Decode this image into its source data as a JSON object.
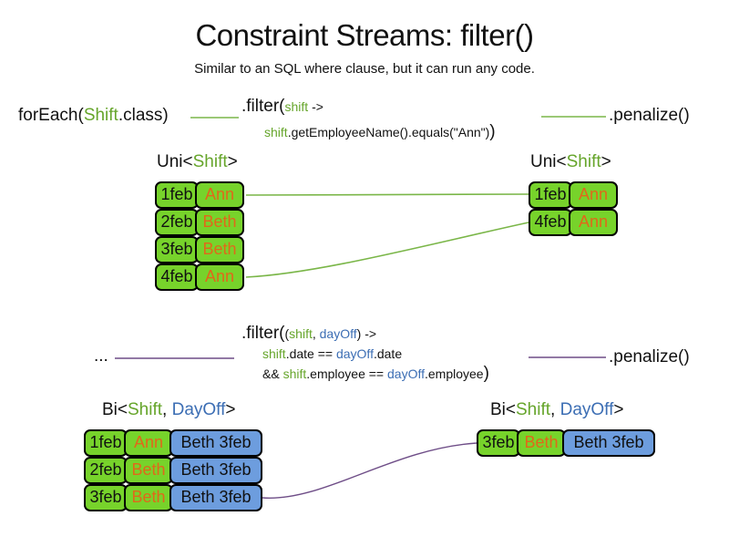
{
  "title": "Constraint Streams: filter()",
  "subtitle": "Similar to an SQL where clause, but it can run any code.",
  "colors": {
    "text": "#111111",
    "green_fill": "#77d32b",
    "green_text": "#66a52b",
    "orange_text": "#e0681a",
    "blue_fill": "#6d9dde",
    "blue_text": "#3c6eb4",
    "green_line": "#7ab648",
    "purple_line": "#6e4d87"
  },
  "section1": {
    "foreach_pre": "forEach(",
    "foreach_class": "Shift",
    "foreach_post": ".class)",
    "filter_fn": ".filter(",
    "filter_arg": "shift",
    "filter_arrow": " ->",
    "filter_body_arg": "shift",
    "filter_body": ".getEmployeeName().equals(\"Ann\")",
    "filter_close": ")",
    "penalize": ".penalize()",
    "header_pre": "Uni<",
    "header_type": "Shift",
    "header_post": ">",
    "left_rows": [
      {
        "date": "1feb",
        "name": "Ann"
      },
      {
        "date": "2feb",
        "name": "Beth"
      },
      {
        "date": "3feb",
        "name": "Beth"
      },
      {
        "date": "4feb",
        "name": "Ann"
      }
    ],
    "right_rows": [
      {
        "date": "1feb",
        "name": "Ann"
      },
      {
        "date": "4feb",
        "name": "Ann"
      }
    ]
  },
  "section2": {
    "dots": "...",
    "filter_fn": ".filter(",
    "args_open": "(",
    "arg1": "shift",
    "args_comma": ", ",
    "arg2": "dayOff",
    "args_close": ")",
    "arrow": " ->",
    "body1_shift": "shift",
    "body1_mid": ".date == ",
    "body1_dayoff": "dayOff",
    "body1_end": ".date",
    "body2_and": "&& ",
    "body2_shift": "shift",
    "body2_mid": ".employee == ",
    "body2_dayoff": "dayOff",
    "body2_end": ".employee",
    "close": ")",
    "penalize": ".penalize()",
    "header_pre": "Bi<",
    "header_type1": "Shift",
    "header_comma": ", ",
    "header_type2": "DayOff",
    "header_post": ">",
    "left_rows": [
      {
        "date": "1feb",
        "name": "Ann",
        "dayoff": "Beth 3feb"
      },
      {
        "date": "2feb",
        "name": "Beth",
        "dayoff": "Beth 3feb"
      },
      {
        "date": "3feb",
        "name": "Beth",
        "dayoff": "Beth 3feb"
      }
    ],
    "right_rows": [
      {
        "date": "3feb",
        "name": "Beth",
        "dayoff": "Beth 3feb"
      }
    ]
  }
}
